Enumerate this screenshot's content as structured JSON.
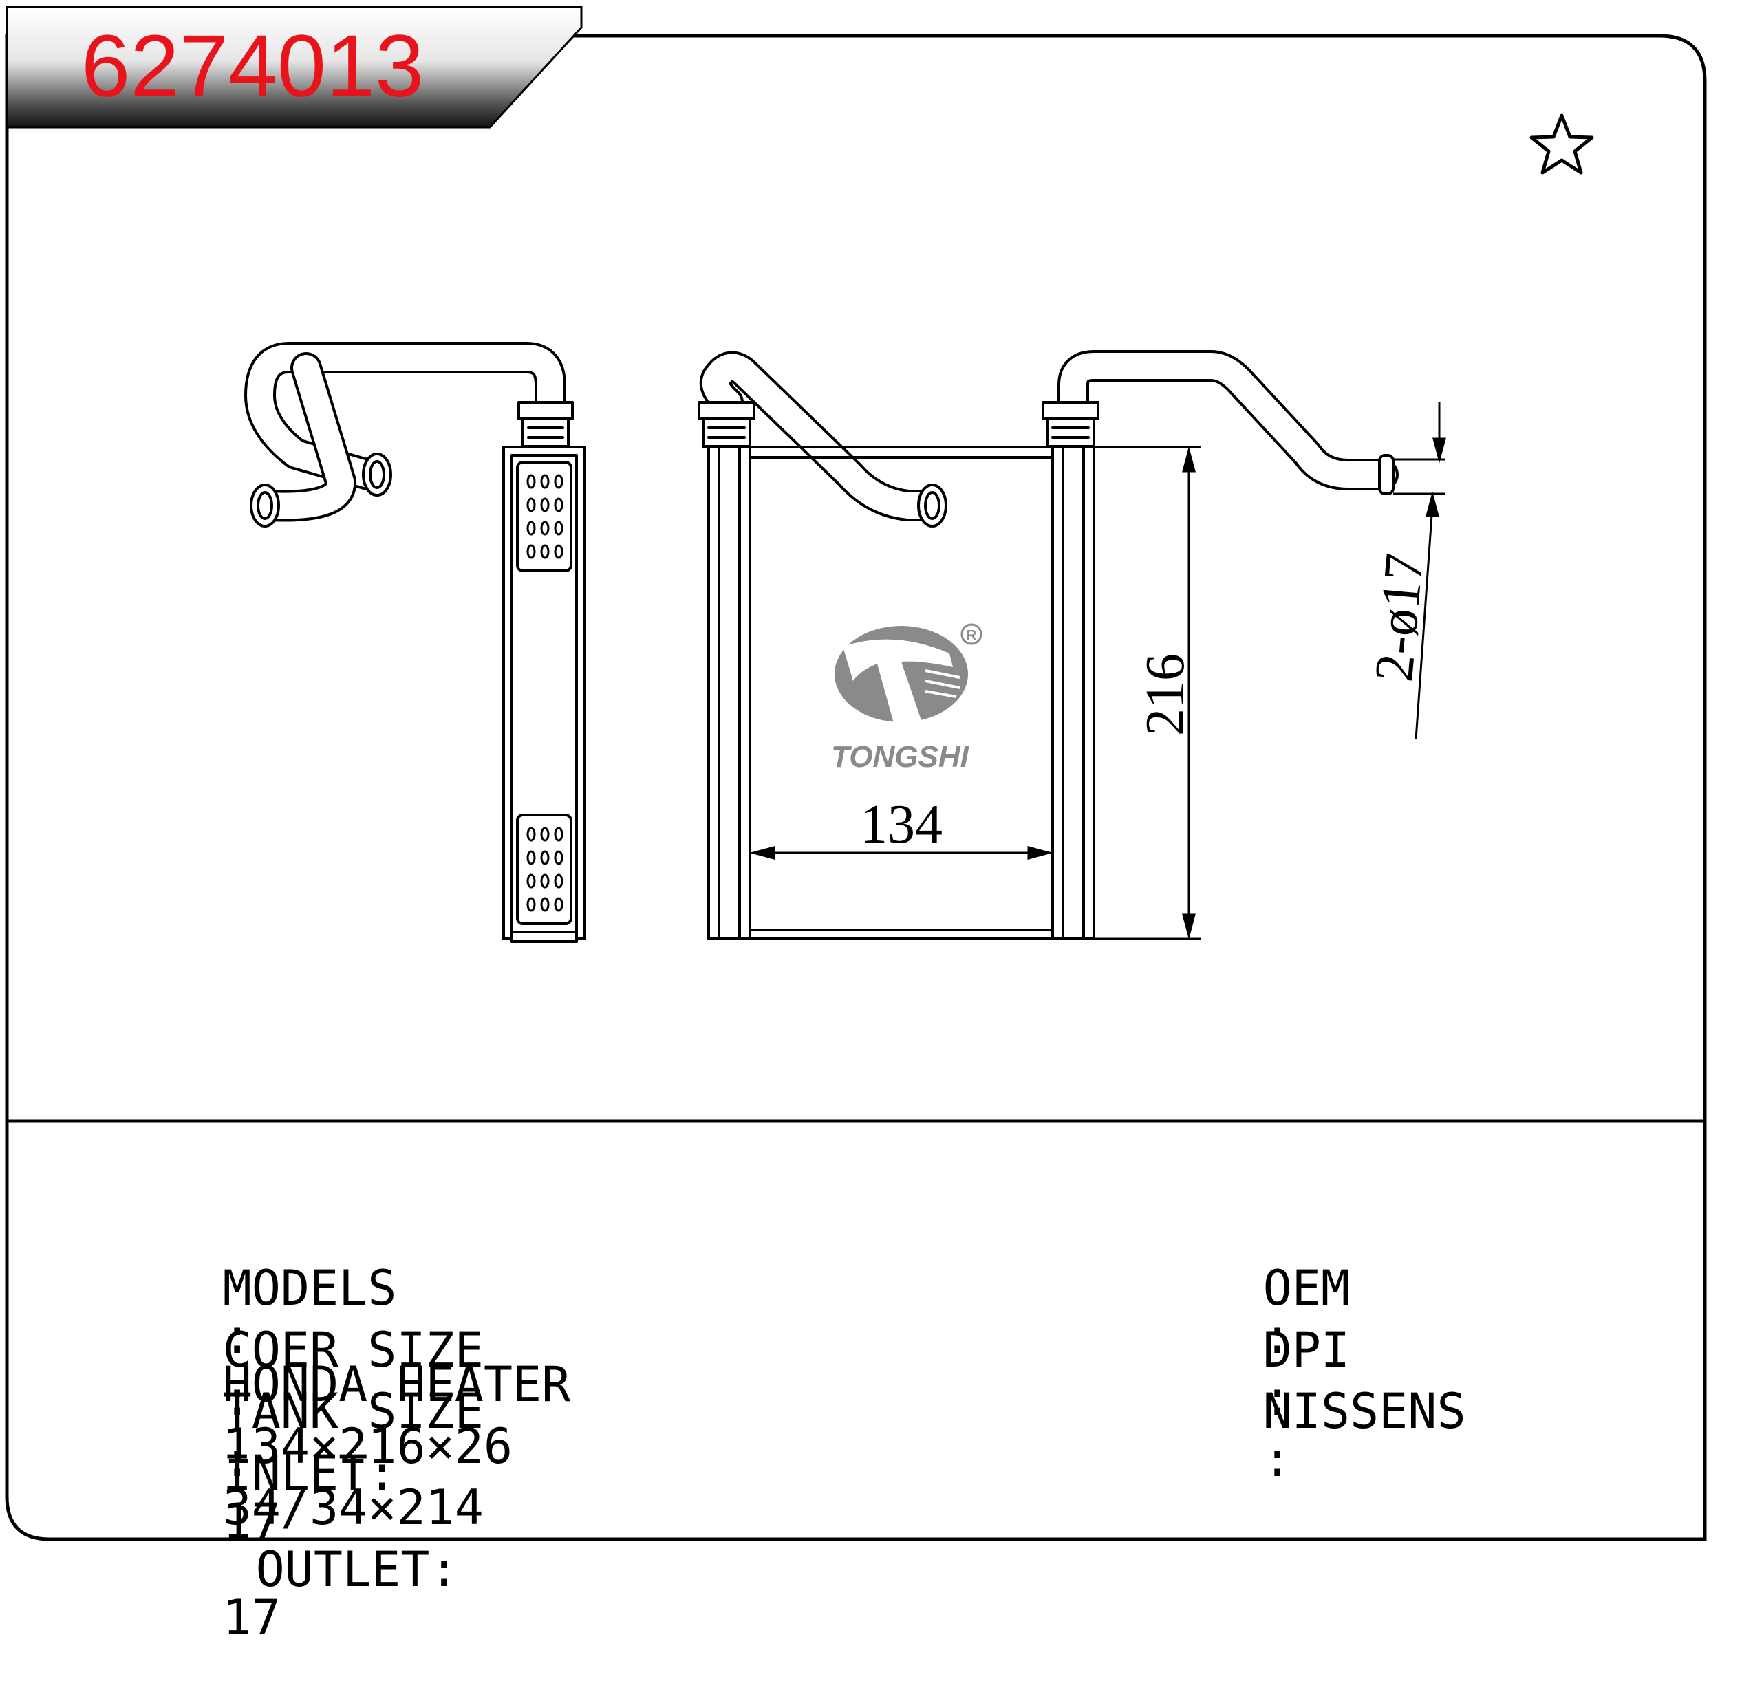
{
  "part_number": "6274013",
  "colors": {
    "part_number": "#e8141b",
    "ink": "#000000",
    "logo_gray": "#8a8a8a",
    "banner_dark": "#1a1a1a"
  },
  "icons": {
    "corner": "star-outline-icon"
  },
  "dimensions": {
    "width": "134",
    "height": "216",
    "pipe": "2-ø17"
  },
  "logo": {
    "name": "TONGSHI",
    "registered": "R"
  },
  "specs": {
    "models_label": "MODELS",
    "models_sep": ":",
    "models_value": "HONDA HEATER",
    "core_label": "COER SIZE",
    "core_sep": ":",
    "core_value": "134×216×26",
    "tank_label": "TANK SIZE",
    "tank_sep": ":",
    "tank_value": "34/34×214",
    "inlet_label": "INLET:",
    "inlet_value": "17",
    "outlet_label": "OUTLET:",
    "outlet_value": "17",
    "oem_label": "OEM",
    "oem_sep": ":",
    "dpi_label": "DPI",
    "dpi_sep": ":",
    "nissens_label": "NISSENS",
    "nissens_sep": ":"
  }
}
